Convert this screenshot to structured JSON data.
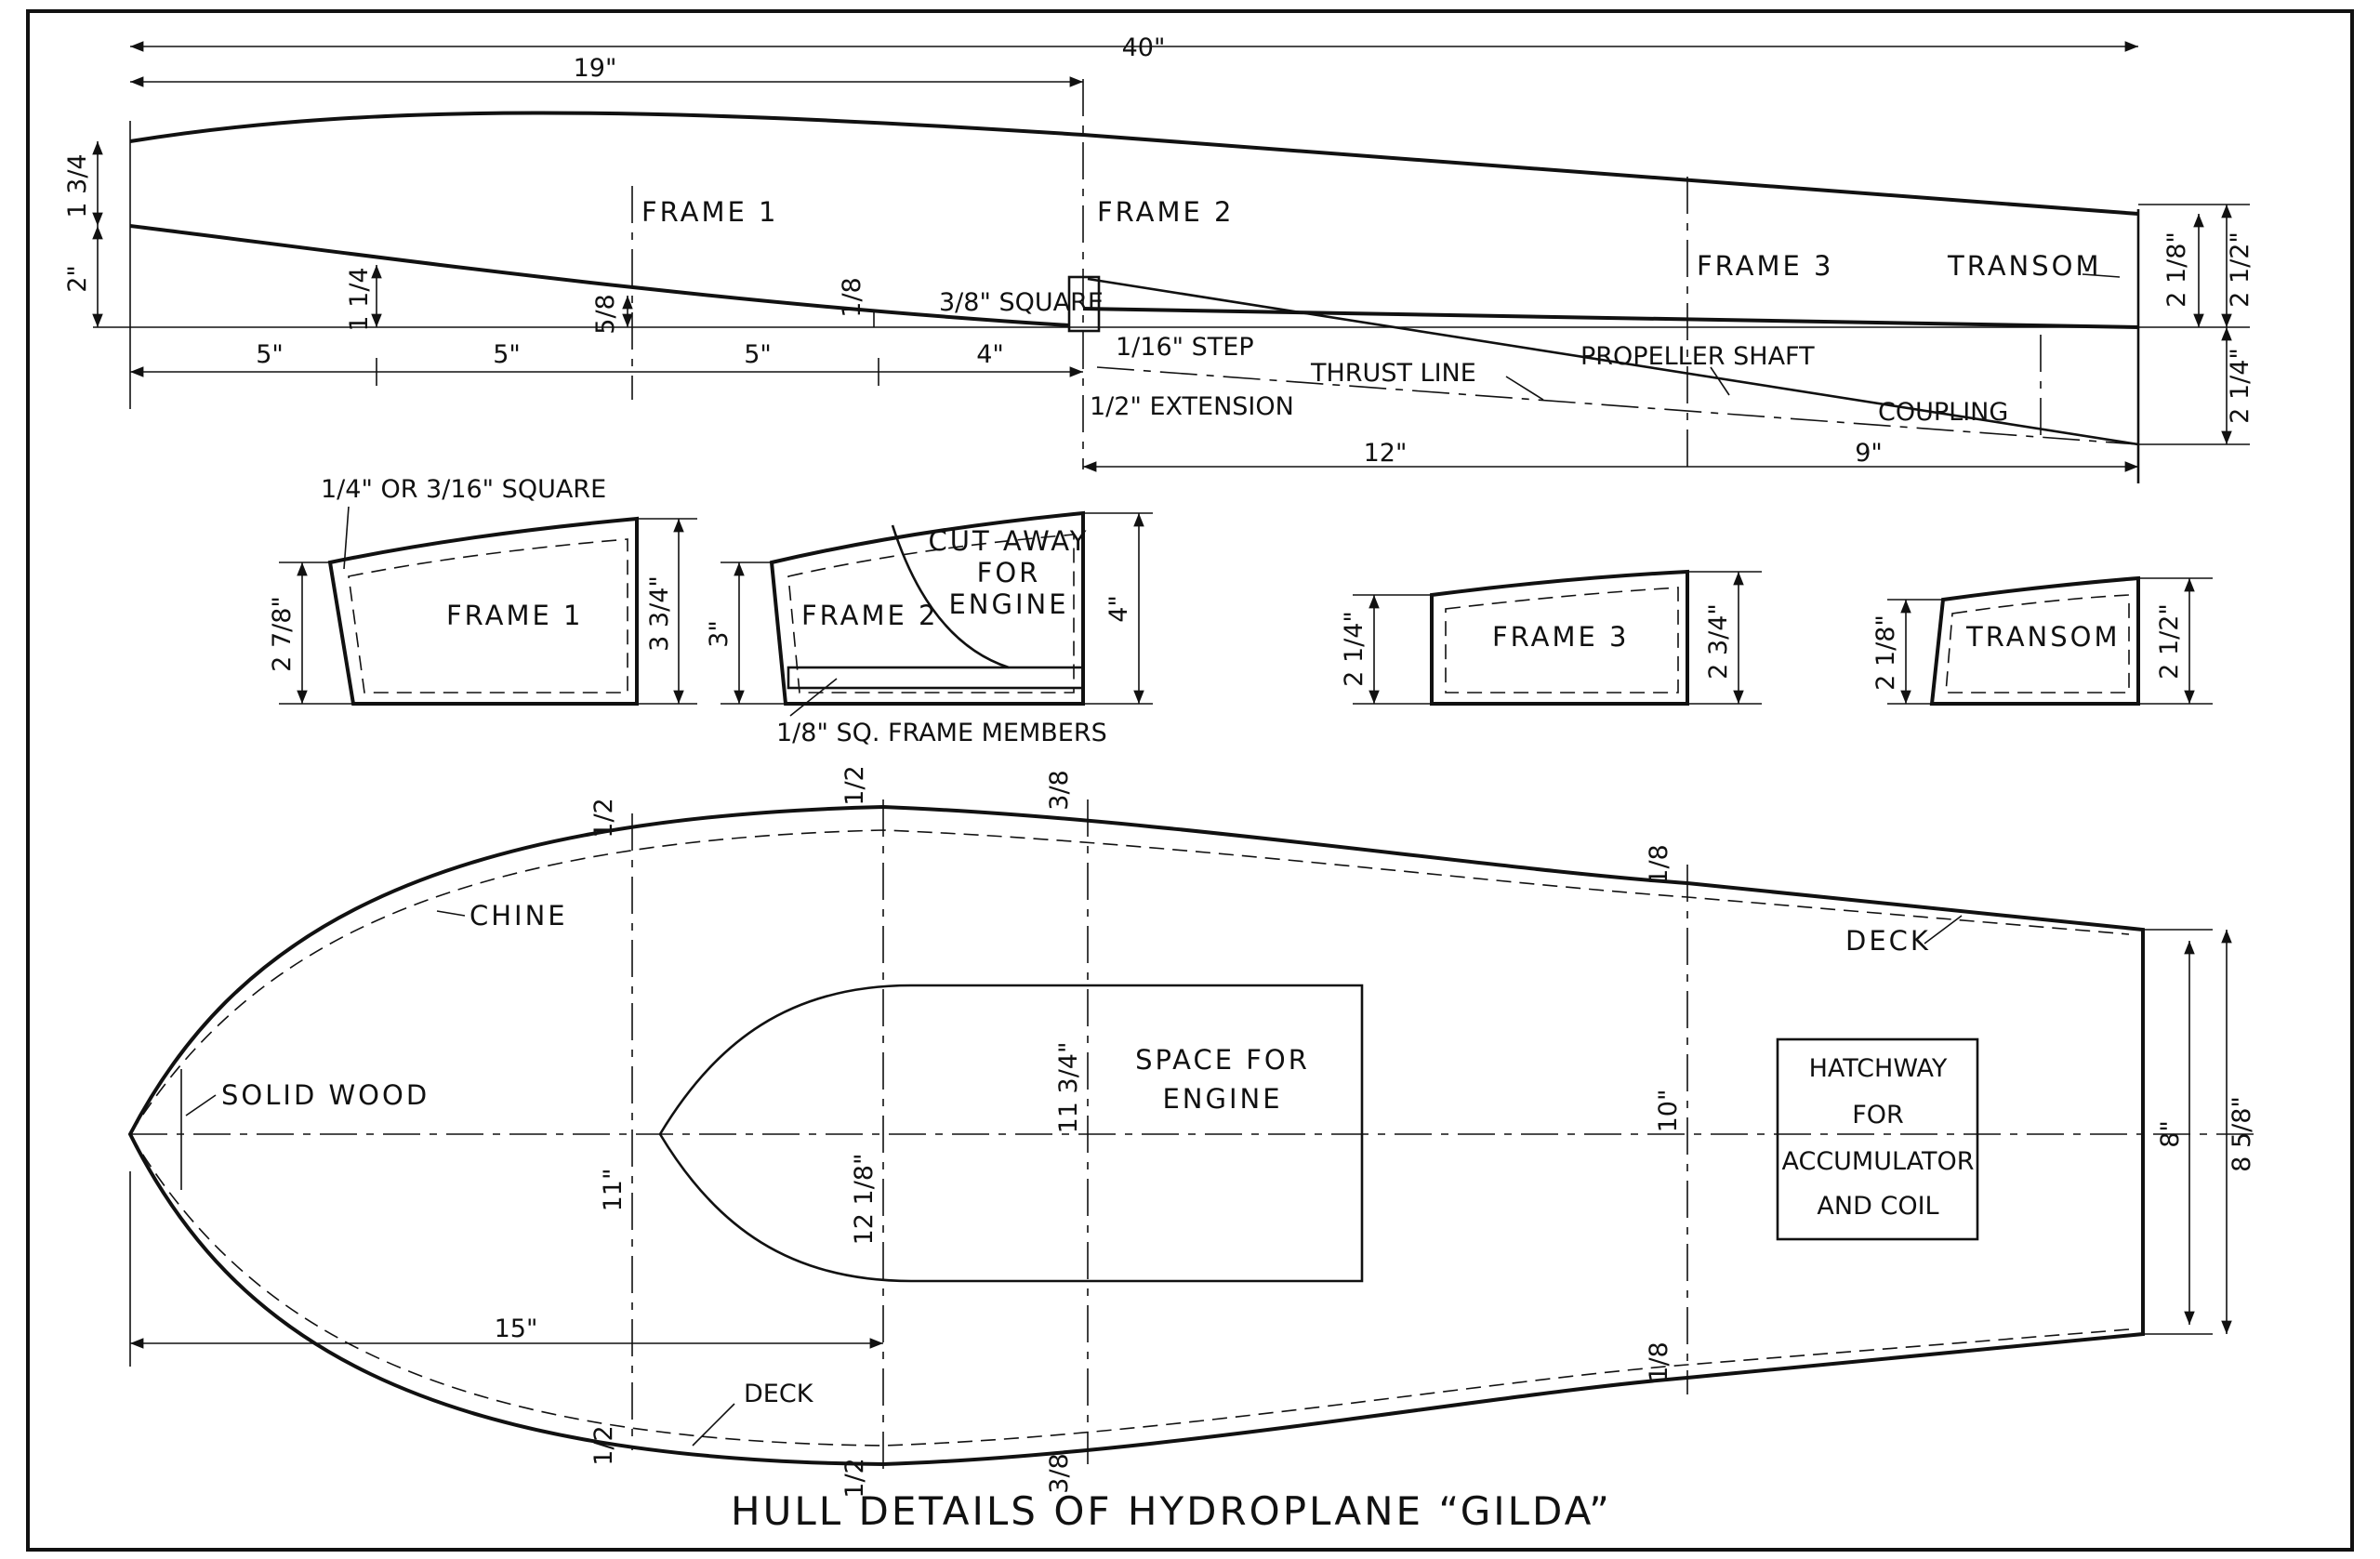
{
  "title": "HULL DETAILS OF HYDROPLANE “GILDA”",
  "side_view": {
    "frame1": "FRAME 1",
    "frame2": "FRAME 2",
    "frame3": "FRAME 3",
    "transom": "TRANSOM",
    "square_38": "3/8\" SQUARE",
    "step": "1/16\" STEP",
    "extension": "1/2\" EXTENSION",
    "thrust_line": "THRUST LINE",
    "propeller_shaft": "PROPELLER SHAFT",
    "coupling": "COUPLING",
    "dims": {
      "overall": "40\"",
      "to_frame2": "19\"",
      "seg1": "5\"",
      "seg2": "5\"",
      "seg3": "5\"",
      "seg4": "4\"",
      "aft1": "12\"",
      "aft2": "9\"",
      "bow_h1": "1 3/4",
      "bow_h2": "2\"",
      "h_1_1_4": "1 1/4",
      "h_5_8": "5/8",
      "h_1_8": "1/8",
      "tr_2_1_8": "2 1/8\"",
      "tr_2_1_2": "2 1/2\"",
      "tr_2_1_4": "2 1/4\""
    }
  },
  "frames": {
    "square_note": "1/4\" OR 3/16\" SQUARE",
    "frame1": "FRAME 1",
    "frame2": "FRAME 2",
    "cut_away": [
      "CUT AWAY",
      "FOR",
      "ENGINE"
    ],
    "members_note": "1/8\" SQ. FRAME MEMBERS",
    "frame3": "FRAME 3",
    "transom": "TRANSOM",
    "dims": {
      "f1_left": "2 7/8\"",
      "f1_right": "3 3/4\"",
      "f2_left": "3\"",
      "f2_right": "4\"",
      "f3_left": "2 1/4\"",
      "f3_right": "2 3/4\"",
      "tr_left": "2 1/8\"",
      "tr_right": "2 1/2\""
    }
  },
  "plan_view": {
    "chine": "CHINE",
    "deck_top": "DECK",
    "deck_bottom": "DECK",
    "solid_wood": "SOLID WOOD",
    "engine": [
      "SPACE FOR",
      "ENGINE"
    ],
    "hatchway": [
      "HATCHWAY",
      "FOR",
      "ACCUMULATOR",
      "AND COIL"
    ],
    "dims": {
      "len15": "15\"",
      "w11": "11\"",
      "w12_1_8": "12 1/8\"",
      "w11_3_4": "11 3/4\"",
      "w10": "10\"",
      "w8": "8\"",
      "w8_5_8": "8 5/8\"",
      "o_1_2_a": "1/2",
      "o_1_2_b": "1/2",
      "o_3_8_a": "3/8",
      "o_1_8_a": "1/8",
      "o_1_2_c": "1/2",
      "o_1_2_d": "1/2",
      "o_3_8_b": "3/8",
      "o_1_8_b": "1/8"
    }
  }
}
